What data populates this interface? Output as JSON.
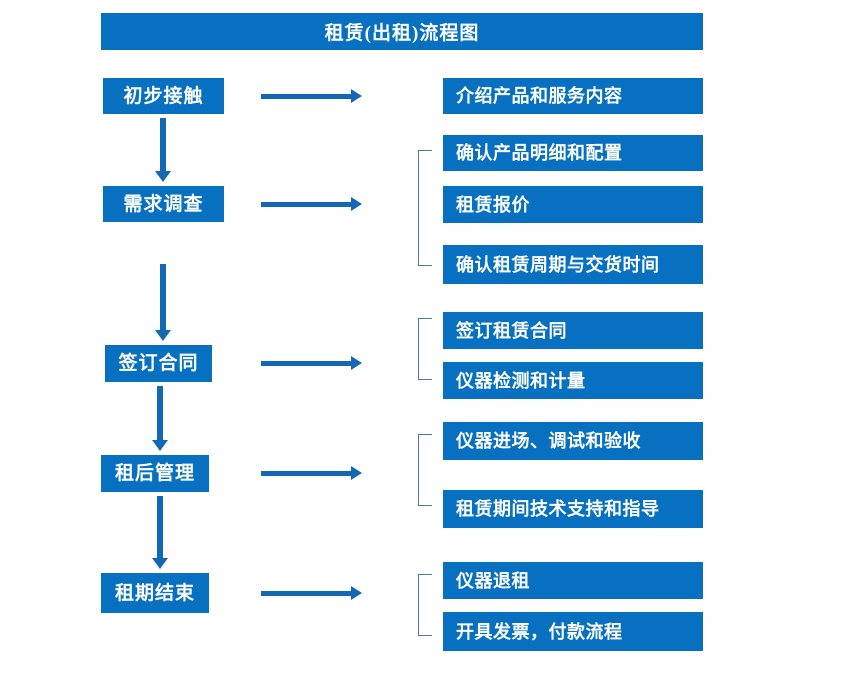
{
  "title": "租赁(出租)流程图",
  "colors": {
    "box_fill": "#0770c0",
    "box_text": "#ffffff",
    "arrow": "#1268b3",
    "bracket": "#4a7bb0",
    "background": "#ffffff"
  },
  "stages": [
    {
      "label": "初步接触"
    },
    {
      "label": "需求调查"
    },
    {
      "label": "签订合同"
    },
    {
      "label": "租后管理"
    },
    {
      "label": "租期结束"
    }
  ],
  "details": [
    {
      "label": "介绍产品和服务内容"
    },
    {
      "label": "确认产品明细和配置"
    },
    {
      "label": "租赁报价"
    },
    {
      "label": "确认租赁周期与交货时间"
    },
    {
      "label": "签订租赁合同"
    },
    {
      "label": "仪器检测和计量"
    },
    {
      "label": "仪器进场、调试和验收"
    },
    {
      "label": "租赁期间技术支持和指导"
    },
    {
      "label": "仪器退租"
    },
    {
      "label": "开具发票，付款流程"
    }
  ]
}
